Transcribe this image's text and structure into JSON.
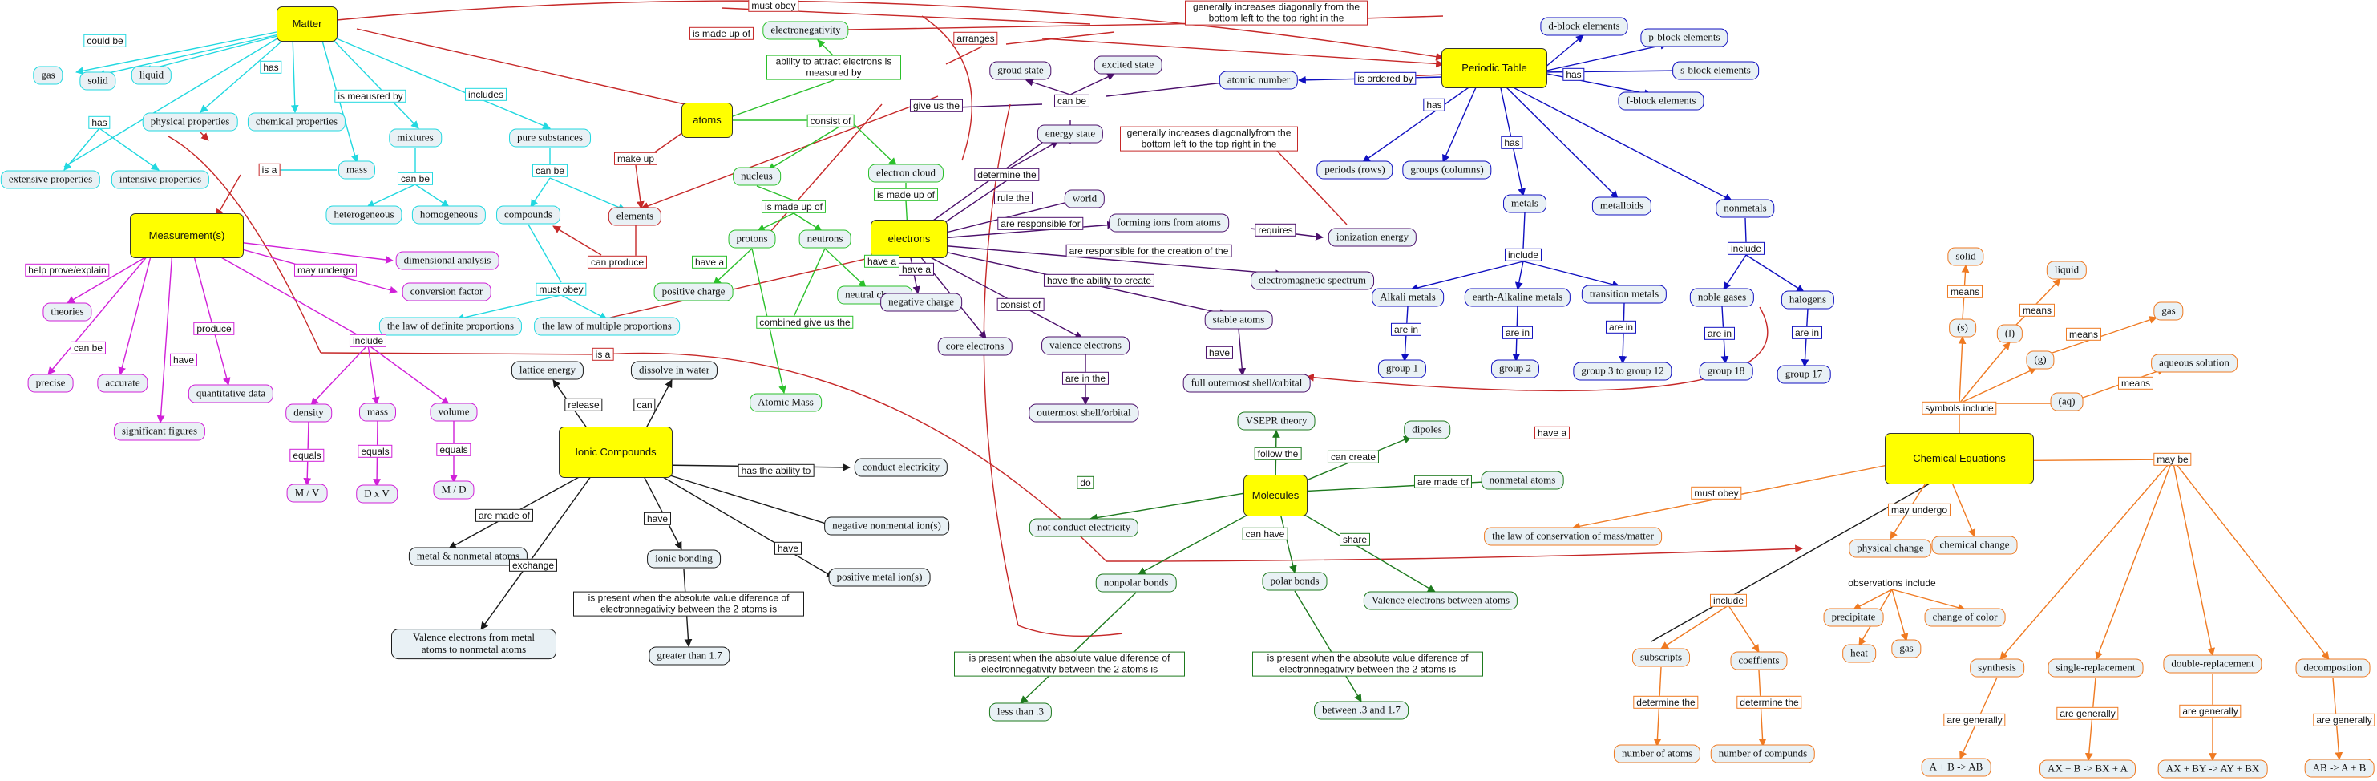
{
  "colors": {
    "cyan": "#22d8e0",
    "red": "#c62828",
    "green": "#2bc02b",
    "purple": "#4b0f6b",
    "blue": "#1010c0",
    "magenta": "#d020d8",
    "black": "#1a1a1a",
    "dkgreen": "#1e7a1e",
    "orange": "#ef7a22",
    "main_fill": "#ffff00",
    "node_fill": "#e9f1f5"
  },
  "nodes": {
    "matter": "Matter",
    "gas": "gas",
    "solid": "solid",
    "liquid": "liquid",
    "physical_properties": "physical properties",
    "chemical_properties": "chemical properties",
    "extensive_properties": "extensive properties",
    "intensive_properties": "intensive properties",
    "mass_top": "mass",
    "mixtures": "mixtures",
    "pure_substances": "pure substances",
    "heterogeneous": "heterogeneous",
    "homogeneous": "homogeneous",
    "compounds": "compounds",
    "elements": "elements",
    "atoms": "atoms",
    "electronegativity": "electronegativity",
    "nucleus": "nucleus",
    "electron_cloud": "electron cloud",
    "protons": "protons",
    "neutrons": "neutrons",
    "positive_charge": "positive charge",
    "neutral_charge": "neutral charge",
    "atomic_mass": "Atomic Mass",
    "electrons": "electrons",
    "negative_charge": "negative charge",
    "core_electrons": "core electrons",
    "valence_electrons": "valence electrons",
    "outermost_shell": "outermost shell/orbital",
    "ground_state": "groud state",
    "excited_state": "excited state",
    "energy_state": "energy state",
    "world": "world",
    "forming_ions": "forming ions from atoms",
    "ionization_energy": "ionization energy",
    "em_spectrum": "electromagnetic spectrum",
    "stable_atoms": "stable atoms",
    "full_outermost": "full outermost shell/orbital",
    "atomic_number": "atomic number",
    "periodic_table": "Periodic Table",
    "d_block": "d-block elements",
    "p_block": "p-block elements",
    "s_block": "s-block elements",
    "f_block": "f-block elements",
    "periods": "periods (rows)",
    "groups_columns": "groups (columns)",
    "metals": "metals",
    "metalloids": "metalloids",
    "nonmetals": "nonmetals",
    "alkali_metals": "Alkali metals",
    "earth_alkaline": "earth-Alkaline metals",
    "transition_metals": "transition metals",
    "noble_gases": "noble gases",
    "halogens": "halogens",
    "group1": "group 1",
    "group2": "group 2",
    "group3_12": "group 3 to group 12",
    "group18": "group 18",
    "group17": "group 17",
    "measurements": "Measurement(s)",
    "theories": "theories",
    "precise": "precise",
    "accurate": "accurate",
    "significant_figures": "significant figures",
    "quantitative_data": "quantitative data",
    "dimensional_analysis": "dimensional analysis",
    "conversion_factor": "conversion factor",
    "density": "density",
    "mass_meas": "mass",
    "volume": "volume",
    "m_over_v": "M / V",
    "d_x_v": "D x V",
    "m_over_d": "M / D",
    "law_definite": "the law of definite proportions",
    "law_multiple": "the law of multiple proportions",
    "ionic_compounds": "Ionic Compounds",
    "lattice_energy": "lattice energy",
    "dissolve_in_water": "dissolve in water",
    "conduct_electricity": "conduct electricity",
    "negative_nonmetal_ions": "negative nonmental ion(s)",
    "positive_metal_ions": "positive metal ion(s)",
    "ionic_bonding": "ionic bonding",
    "metal_nonmetal_atoms": "metal & nonmetal atoms",
    "valence_from_metal": "Valence electrons from metal atoms to nonmetal atoms",
    "greater_than": "greater than 1.7",
    "molecules": "Molecules",
    "vsepr": "VSEPR theory",
    "dipoles": "dipoles",
    "nonmetal_atoms": "nonmetal atoms",
    "not_conduct": "not conduct electricity",
    "nonpolar_bonds": "nonpolar bonds",
    "polar_bonds": "polar bonds",
    "valence_between": "Valence electrons between atoms",
    "less_than": "less than .3",
    "between": "between .3 and 1.7",
    "chemical_equations": "Chemical Equations",
    "law_conservation": "the law of conservation of mass/matter",
    "physical_change": "physical change",
    "chemical_change": "chemical change",
    "precipitate": "precipitate",
    "heat": "heat",
    "gas_obs": "gas",
    "change_of_color": "change of color",
    "subscripts": "subscripts",
    "coefficients": "coeffients",
    "number_of_atoms": "number of atoms",
    "number_of_compounds": "number of compunds",
    "synthesis": "synthesis",
    "single_replacement": "single-replacement",
    "double_replacement": "double-replacement",
    "decomposition": "decompostion",
    "synthesis_formula": "A + B -> AB",
    "single_formula": "AX + B -> BX + A",
    "double_formula": "AX + BY -> AY + BX",
    "decomp_formula": "AB -> A + B",
    "sym_s": "(s)",
    "sym_l": "(l)",
    "sym_g": "(g)",
    "sym_aq": "(aq)",
    "solid_sym": "solid",
    "liquid_sym": "liquid",
    "gas_sym": "gas",
    "aqueous_solution": "aqueous solution"
  },
  "links": {
    "could_be": "could be",
    "has_matter": "has",
    "is_measured_by": "is meausred by",
    "includes": "includes",
    "has_props": "has",
    "can_be_mix": "can be",
    "can_be_pure": "can be",
    "must_obey_comp": "must obey",
    "is_a_meas": "is a",
    "is_made_up_of": "is made up of",
    "must_obey_top": "must obey",
    "make_up": "make up",
    "can_produce": "can produce",
    "arranges": "arranges",
    "diag_top": "generally increases diagonally from the bottom left to the top right in the",
    "ability_attract": "ability to attract electrons is measured by",
    "consist_of_atoms": "consist of",
    "is_made_up_of_nuc": "is made up of",
    "is_made_up_of_cloud": "is made up of",
    "have_a_prot": "have a",
    "have_a_neut": "have a",
    "combined": "combined give us the",
    "give_us_the": "give us the",
    "can_be_energy": "can be",
    "determine_the": "determine the",
    "rule_the": "rule the",
    "are_responsible_for": "are responsible for",
    "requires": "requires",
    "diag_mid": "generally increases diagonallyfrom the bottom left to the top right in the",
    "responsible_creation": "are responsible for the creation of the",
    "ability_create": "have the ability to create",
    "have_a_elec": "have a",
    "consist_of_elec": "consist of",
    "are_in_val": "are in the",
    "have_stable": "have",
    "is_ordered_by": "is ordered by",
    "has_blocks": "has",
    "has_pt1": "has",
    "has_pt2": "has",
    "include_metals": "include",
    "include_nonmetals": "include",
    "are_in_1": "are in",
    "are_in_2": "are in",
    "are_in_3": "are in",
    "are_in_18": "are in",
    "are_in_17": "are in",
    "have_a_noble": "have a",
    "help_prove": "help prove/explain",
    "can_be_meas": "can be",
    "have_meas": "have",
    "produce": "produce",
    "may_undergo_meas": "may undergo",
    "include_meas": "include",
    "equals1": "equals",
    "equals2": "equals",
    "equals3": "equals",
    "is_a_law": "is a",
    "release": "release",
    "can": "can",
    "ability_conduct": "has the ability to",
    "have_ions": "have",
    "have_bonding": "have",
    "are_made_of_ionic": "are made of",
    "exchange": "exchange",
    "is_present_ionic": "is present when the absolute value diference of electronnegativity between the 2 atoms is",
    "follow_the": "follow the",
    "can_create": "can create",
    "are_made_of_mol": "are made of",
    "do": "do",
    "can_have": "can have",
    "share": "share",
    "is_present_nonpolar": "is present when the absolute value diference of electronnegativity between the 2 atoms is",
    "is_present_polar": "is present when the absolute value diference of electronnegativity between the 2 atoms is",
    "must_obey_eq": "must obey",
    "may_undergo_eq": "may undergo",
    "observations_include": "observations include",
    "include_eq": "include",
    "determine_sub": "determine the",
    "determine_coef": "determine the",
    "may_be": "may be",
    "are_generally_1": "are generally",
    "are_generally_2": "are generally",
    "are_generally_3": "are generally",
    "are_generally_4": "are generally",
    "symbols_include": "symbols include",
    "means_s": "means",
    "means_l": "means",
    "means_g": "means",
    "means_aq": "means"
  }
}
